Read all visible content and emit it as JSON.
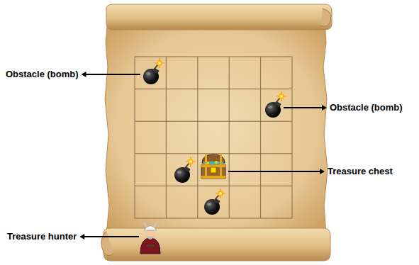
{
  "diagram": {
    "labels": [
      "Obstacle (bomb)",
      "Obstacle (bomb)",
      "Treasure chest",
      "Treasure hunter"
    ]
  }
}
